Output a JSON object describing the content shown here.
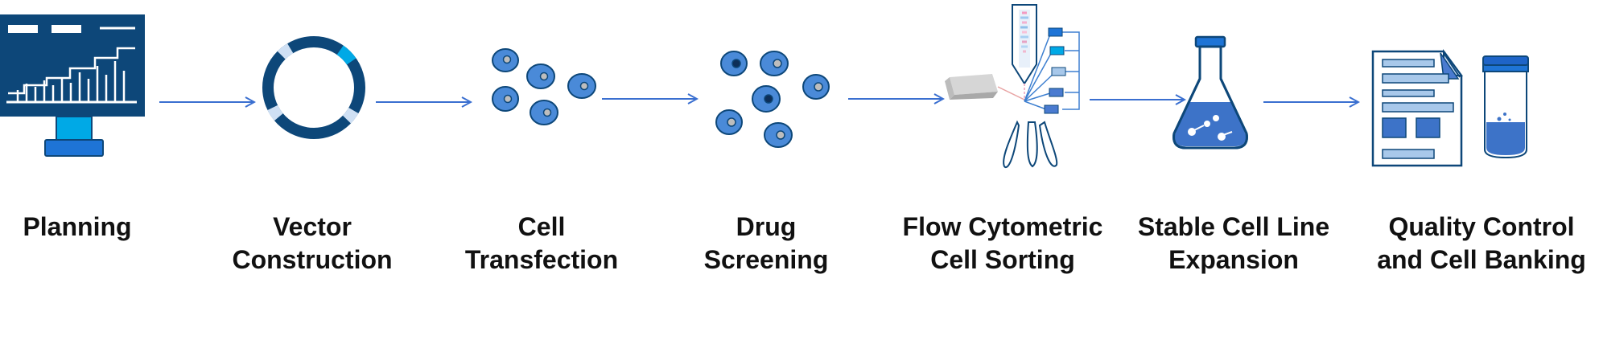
{
  "steps": [
    {
      "id": "planning",
      "icon": "monitor-chart-icon",
      "label_lines": [
        "Planning"
      ]
    },
    {
      "id": "vector-construction",
      "icon": "plasmid-ring-icon",
      "label_lines": [
        "Vector",
        "Construction"
      ]
    },
    {
      "id": "cell-transfection",
      "icon": "cells-icon",
      "label_lines": [
        "Cell",
        "Transfection"
      ]
    },
    {
      "id": "drug-screening",
      "icon": "screened-cells-icon",
      "label_lines": [
        "Drug",
        "Screening"
      ]
    },
    {
      "id": "flow-cytometric-cell-sorting",
      "icon": "flow-cytometer-icon",
      "label_lines": [
        "Flow Cytometric",
        "Cell Sorting"
      ]
    },
    {
      "id": "stable-cell-line-expansion",
      "icon": "erlenmeyer-flask-icon",
      "label_lines": [
        "Stable Cell Line",
        "Expansion"
      ]
    },
    {
      "id": "quality-control-and-cell-banking",
      "icon": "report-and-vial-icon",
      "label_lines": [
        "Quality Control",
        "and Cell Banking"
      ]
    }
  ],
  "connector": {
    "icon": "arrow-right-icon",
    "count": 6
  },
  "colors": {
    "dark_blue": "#0d4779",
    "mid_blue": "#3d7fd0",
    "light_blue": "#a8c8ea",
    "cyan": "#00a9e6",
    "arrow": "#3a6fd0",
    "text": "#111111"
  }
}
